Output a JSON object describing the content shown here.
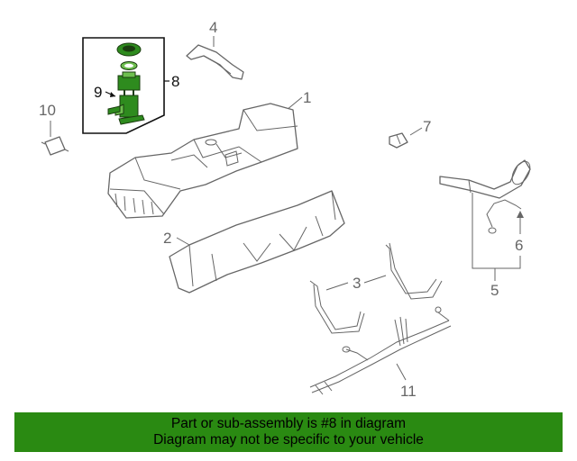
{
  "callouts": {
    "c1": "1",
    "c2": "2",
    "c3": "3",
    "c4": "4",
    "c5": "5",
    "c6": "6",
    "c7": "7",
    "c8": "8",
    "c9": "9",
    "c10": "10",
    "c11": "11"
  },
  "banner": {
    "line1": "Part or sub-assembly is #8 in diagram",
    "line2": "Diagram may not be specific to your vehicle"
  },
  "colors": {
    "highlight": "#2e8b1e",
    "banner": "#2a8a12",
    "linework": "#666666"
  }
}
